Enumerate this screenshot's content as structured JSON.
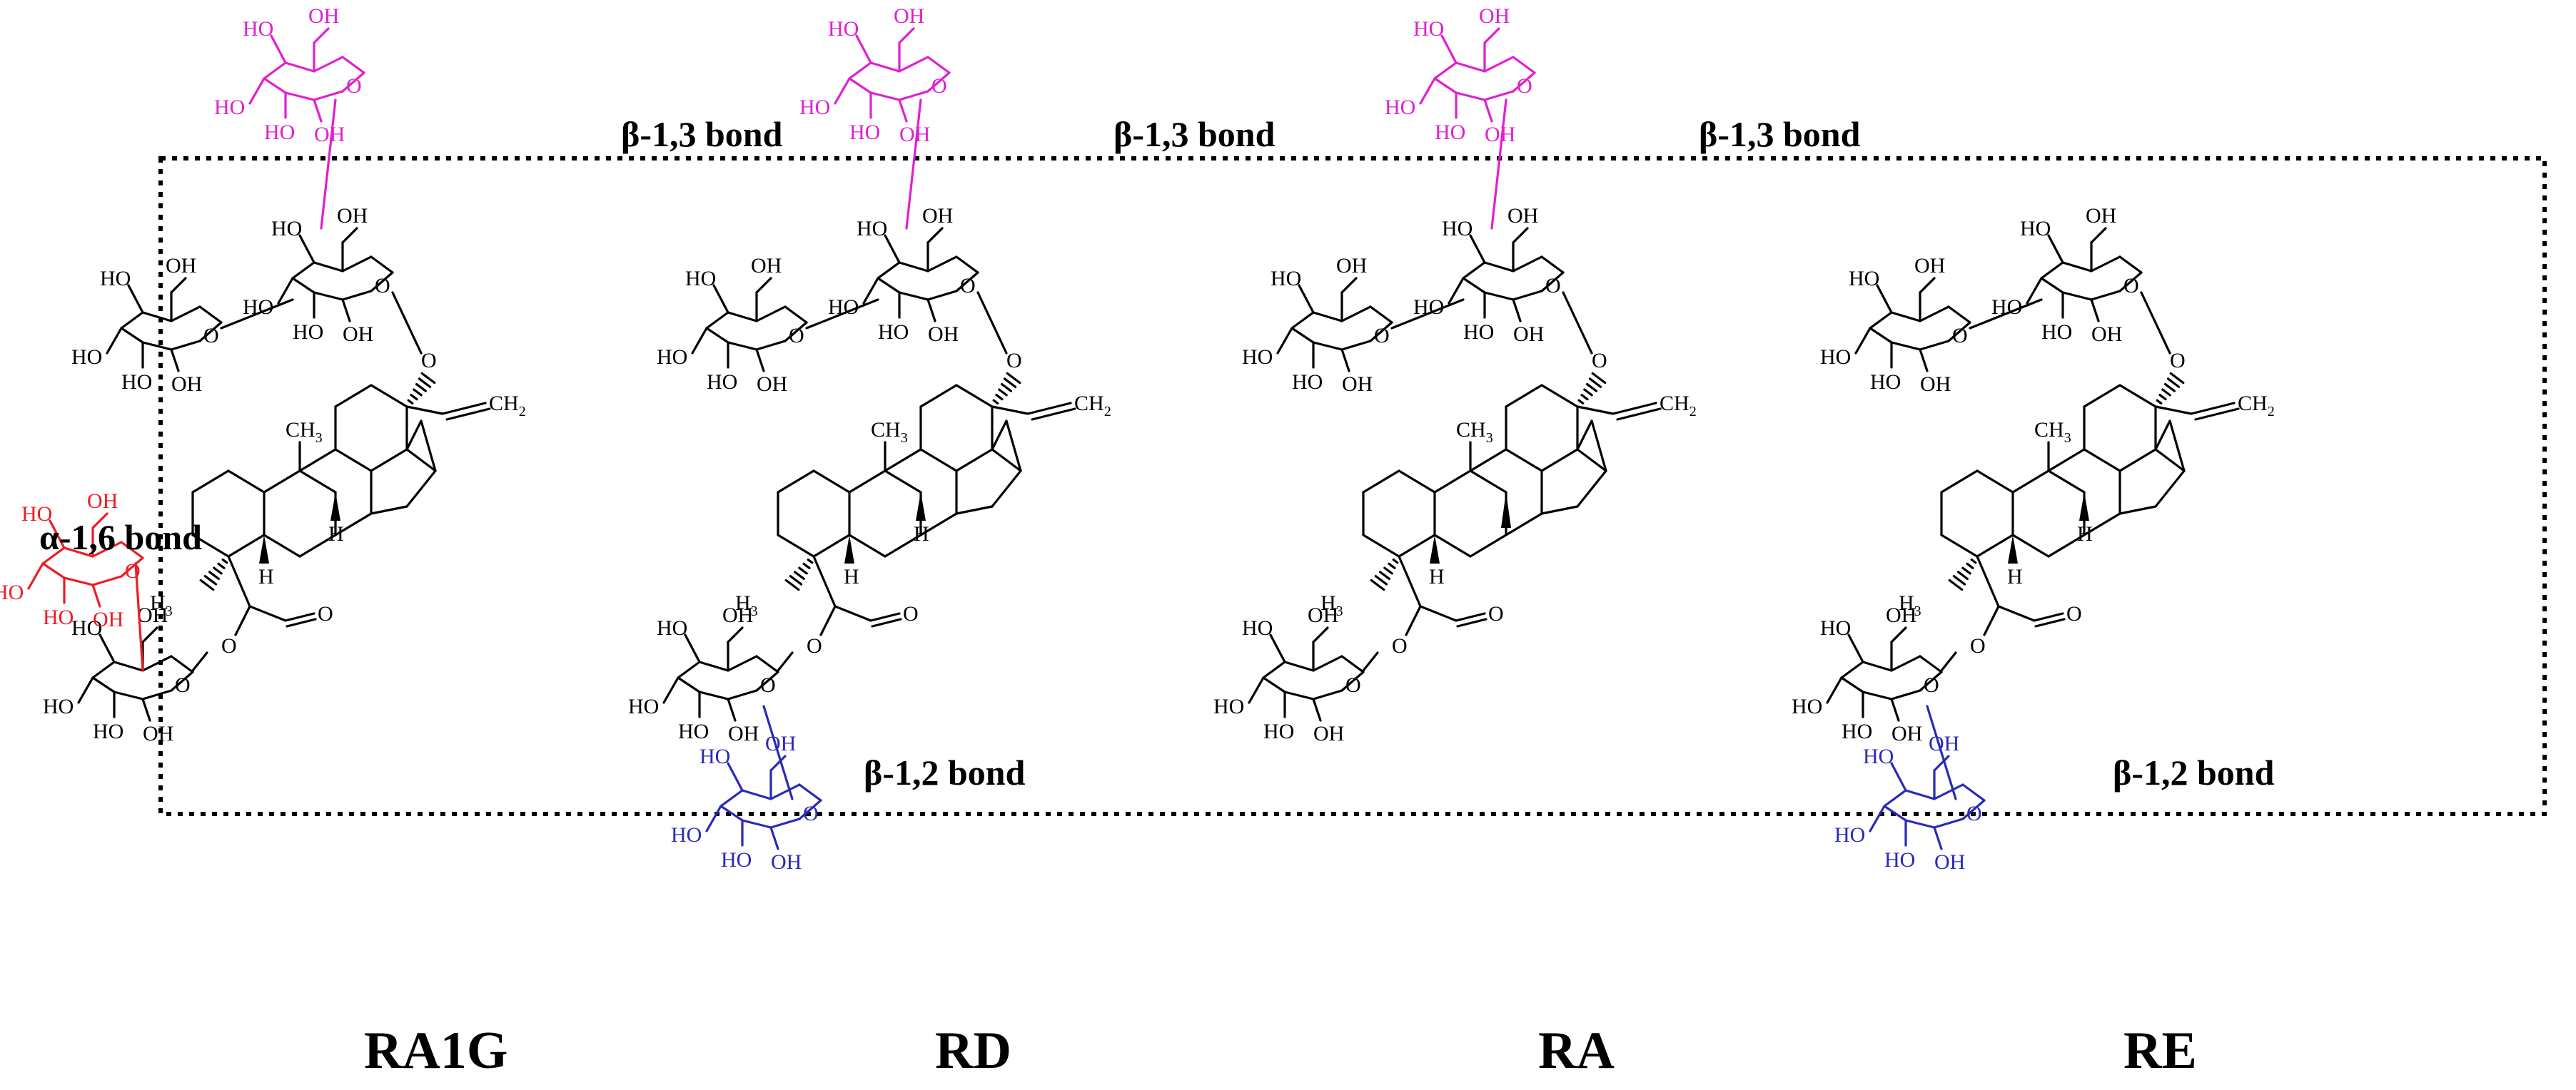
{
  "compounds": [
    {
      "label": "RA1G",
      "top_bond": "β-1,3 bond",
      "extra_bond": "α-1,6 bond",
      "extra_position": "left"
    },
    {
      "label": "RD",
      "top_bond": "β-1,3 bond",
      "extra_bond": "β-1,2 bond",
      "extra_position": "below"
    },
    {
      "label": "RA",
      "top_bond": "β-1,3 bond",
      "extra_bond": "",
      "extra_position": "none"
    },
    {
      "label": "RE",
      "top_bond": "",
      "extra_bond": "β-1,2 bond",
      "extra_position": "below"
    }
  ],
  "atom_labels": {
    "oh": "OH",
    "ho": "HO",
    "o": "O",
    "h": "H",
    "ch3": "CH",
    "h3c": "H",
    "ch2": "CH",
    "sub2": "2",
    "sub3": "3",
    "h3c_tail": "C"
  },
  "colors": {
    "backbone": "#000000",
    "beta13_glucose": "#e020d0",
    "alpha16_glucose": "#ee1c24",
    "beta12_glucose": "#2a2ab8"
  },
  "frame": {
    "style": "dotted"
  }
}
